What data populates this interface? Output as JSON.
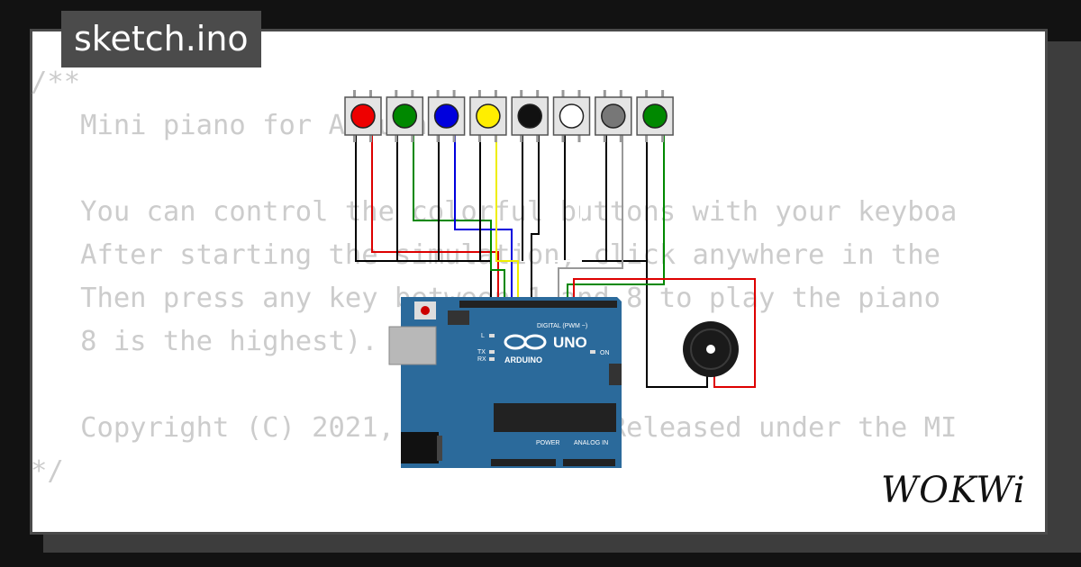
{
  "header": {
    "filename": "sketch.ino"
  },
  "code_lines": [
    "/**",
    "   Mini piano for Arduino.",
    "",
    "   You can control the colorful buttons with your keyboa",
    "   After starting the simulation, click anywhere in the ",
    "   Then press any key between 1 and 8 to play the piano ",
    "   8 is the highest).",
    "",
    "   Copyright (C) 2021, Uri Shaked. Released under the MI",
    "*/"
  ],
  "buttons": [
    {
      "name": "button-red",
      "color": "#ee0000"
    },
    {
      "name": "button-green",
      "color": "#008800"
    },
    {
      "name": "button-blue",
      "color": "#0000dd"
    },
    {
      "name": "button-yellow",
      "color": "#ffee00"
    },
    {
      "name": "button-black",
      "color": "#111111"
    },
    {
      "name": "button-white",
      "color": "#ffffff"
    },
    {
      "name": "button-gray",
      "color": "#777777"
    },
    {
      "name": "button-green-2",
      "color": "#008800"
    }
  ],
  "board": {
    "name": "UNO",
    "brand": "ARDUINO",
    "digital_label": "DIGITAL (PWM ~)",
    "power_label": "POWER",
    "analog_label": "ANALOG IN",
    "on_label": "ON",
    "tx_label": "TX",
    "rx_label": "RX",
    "l_label": "L",
    "color": "#2b6a9b"
  },
  "brand": {
    "logo_text": "WOKWi"
  }
}
